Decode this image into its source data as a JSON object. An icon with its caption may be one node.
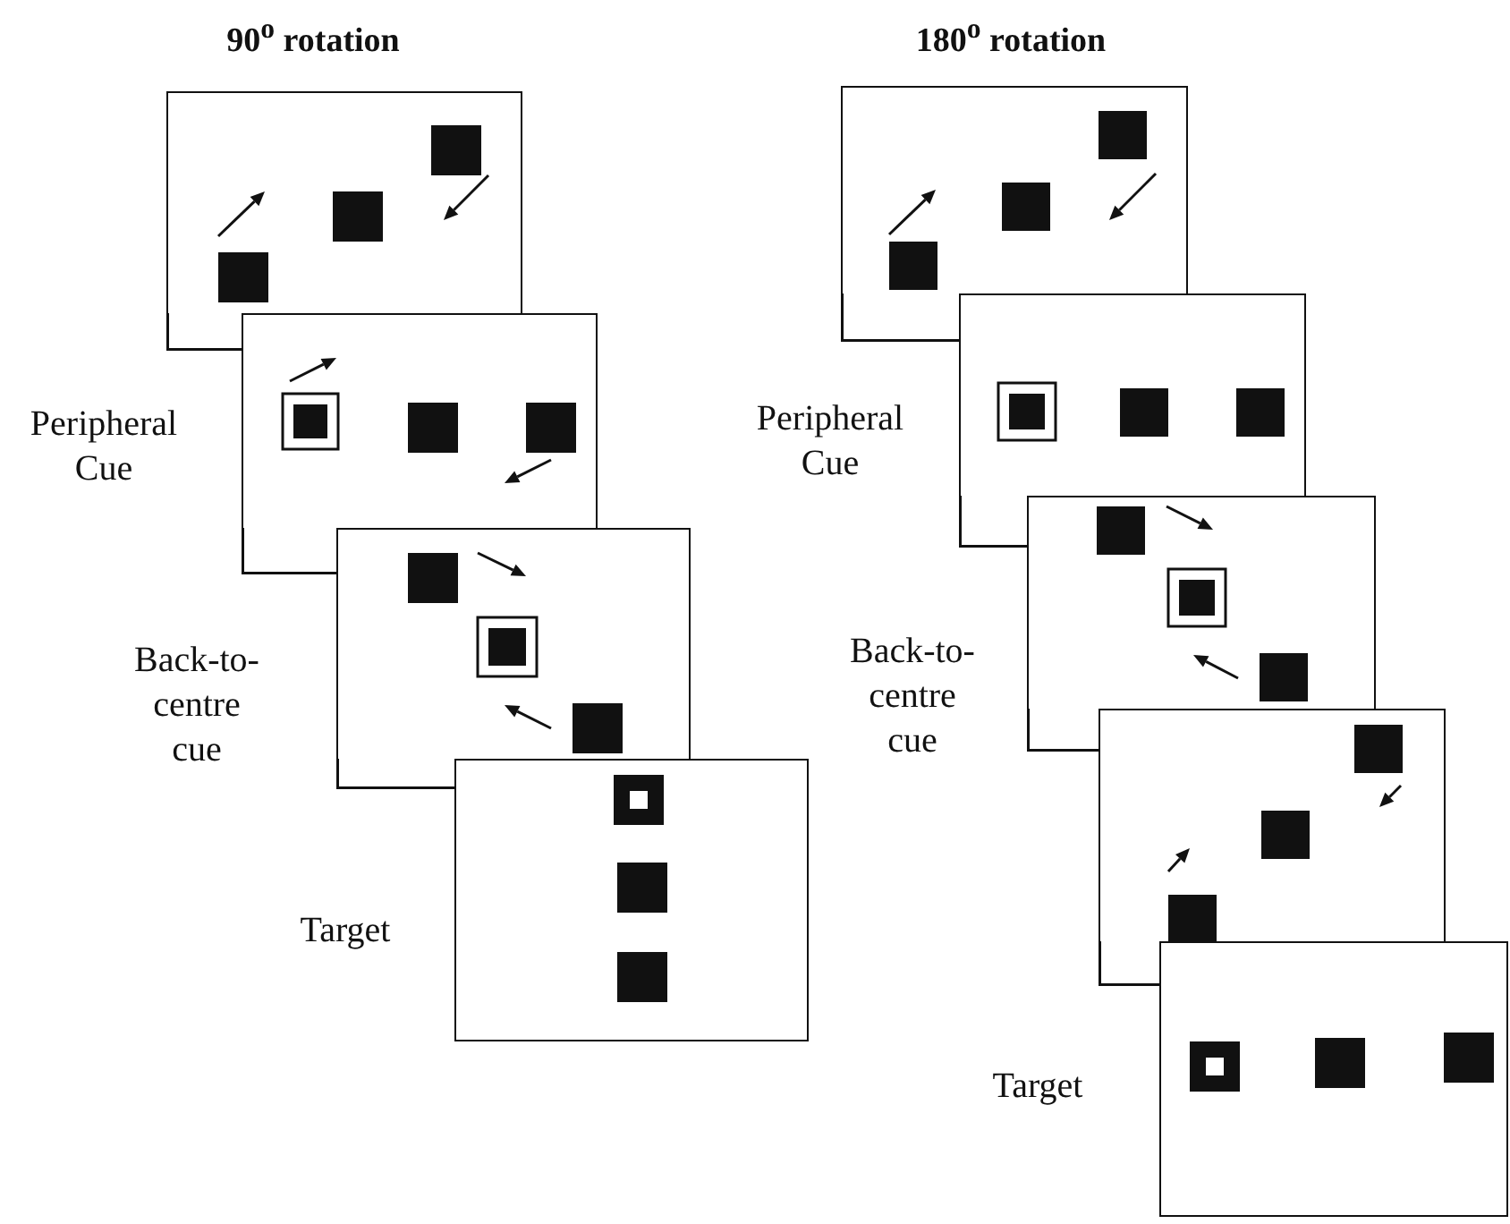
{
  "diagram": {
    "nodes": [
      {
        "text": [],
        "shape": "box"
      },
      {
        "text": [],
        "shape": "box",
        "beside": [
          "Peripheral Cue"
        ]
      },
      {
        "text": [],
        "shape": "box",
        "beside": [
          "Back-to-centre cue"
        ]
      },
      {
        "text": [],
        "shape": "box",
        "beside": [
          "Target"
        ]
      },
      {
        "text": [],
        "shape": "box"
      },
      {
        "text": [],
        "shape": "box",
        "beside": [
          "Peripheral Cue"
        ]
      },
      {
        "text": [],
        "shape": "box",
        "beside": [
          "Back-to-centre cue"
        ]
      },
      {
        "text": [],
        "shape": "box"
      },
      {
        "text": [],
        "shape": "box",
        "beside": [
          "Target"
        ]
      }
    ],
    "edges": [],
    "labels": [
      "90$^{o}$ rotation",
      "180$^{o}$ rotation"
    ]
  }
}
